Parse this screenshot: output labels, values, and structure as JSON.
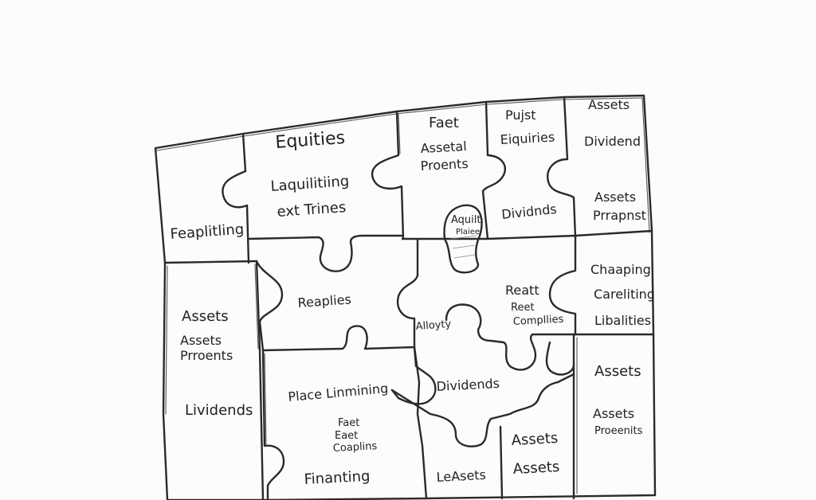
{
  "pieces": {
    "p1_label": "Feaplitling",
    "p2_title": "Equities",
    "p2_line1": "Laquilitiing",
    "p2_line2": "ext Trines",
    "p3_line1": "Faet",
    "p3_line2": "Assetal",
    "p3_line3": "Proents",
    "p4_line1": "Pujst",
    "p4_line2": "Eiquiries",
    "p4_line3": "Dividnds",
    "p5_line1": "Assets",
    "p5_line2": "Dividend",
    "p5_line3": "Assets",
    "p5_line4": "Prrapnst",
    "knob_line1": "Aquilt",
    "knob_line2": "Plaiee",
    "p6_line1": "Assets",
    "p6_line2": "Assets",
    "p6_line3": "Prroents",
    "p6_line4": "Lividends",
    "p7_label": "Reaplies",
    "p8_line1": "Alloyty",
    "p8_line2": "Reatt",
    "p8_line3": "Reet",
    "p8_line4": "Compllies",
    "p9_line1": "Chaaping",
    "p9_line2": "Careliting",
    "p9_line3": "Libalities",
    "p10_line1": "Place Linmining",
    "p10_line2": "Faet",
    "p10_line3": "Eaet",
    "p10_line4": "Coaplins",
    "p10_line5": "Finanting",
    "p11_label": "Dividends",
    "p12_label": "LeAsets",
    "p13_line1": "Assets",
    "p13_line2": "Assets",
    "p14_line1": "Assets",
    "p14_line2": "Assets",
    "p14_line3": "Proeenits"
  }
}
